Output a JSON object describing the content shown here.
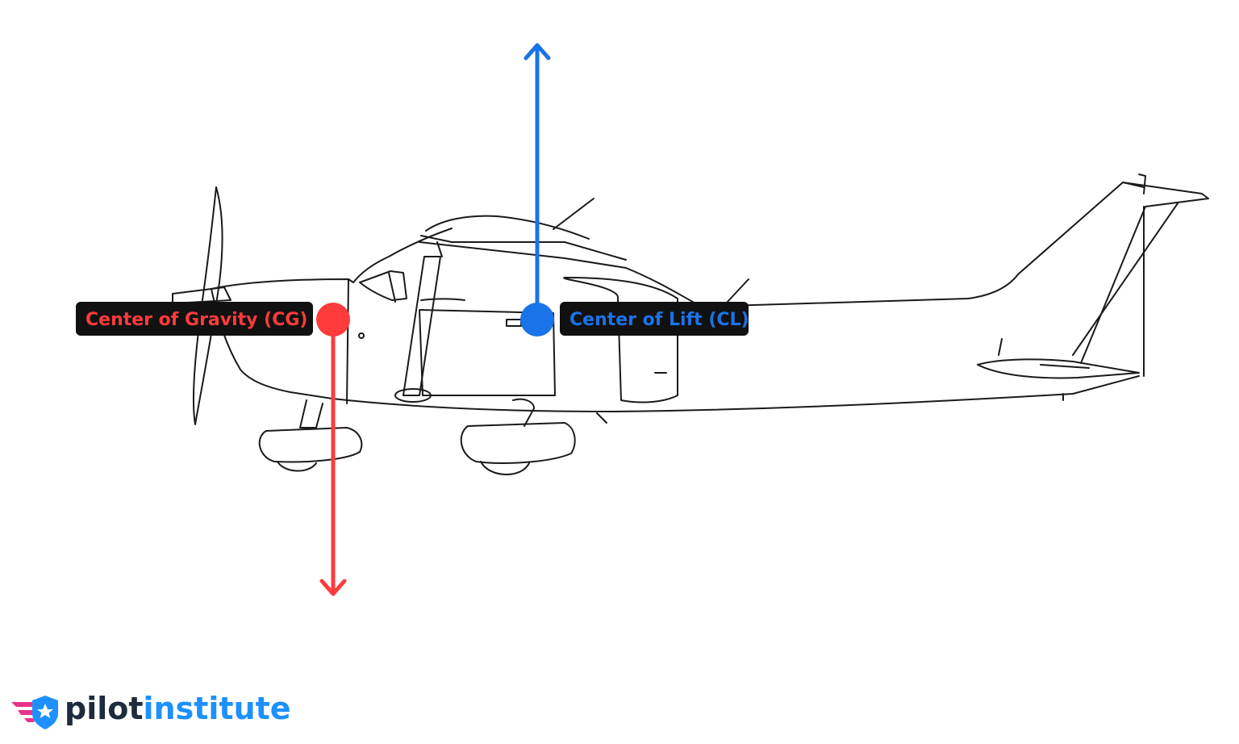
{
  "diagram": {
    "center_of_gravity": {
      "label": "Center of Gravity (CG)",
      "color": "#ff3b3b",
      "force_direction": "down"
    },
    "center_of_lift": {
      "label": "Center of Lift (CL)",
      "color": "#1a73e8",
      "force_direction": "up"
    },
    "label_background": "#111111",
    "aircraft_icon": "high-wing-airplane-side-view"
  },
  "brand": {
    "name_part1": "pilot",
    "name_part2": "institute",
    "color_dark": "#1e2b3c",
    "color_accent": "#1e90ff",
    "logo_icon": "winged-star-shield-icon"
  }
}
